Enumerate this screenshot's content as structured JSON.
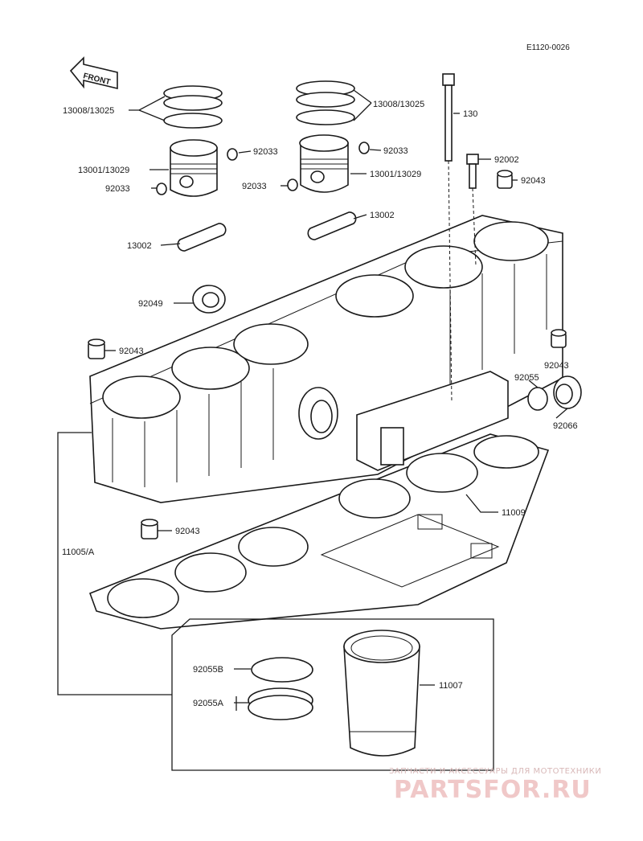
{
  "diagram": {
    "code": "E1120-0026",
    "front_label": "FRONT",
    "callouts": {
      "rings_left": "13008/13025",
      "rings_right": "13008/13025",
      "bolt": "130",
      "piston_left": "13001/13029",
      "piston_right": "13001/13029",
      "clip_left_top": "92033",
      "clip_left_bottom": "92033",
      "clip_right_top": "92033",
      "clip_right_bottom": "92033",
      "stud": "92002",
      "dowel_top_right": "92043",
      "pin_right": "13002",
      "pin_left": "13002",
      "seal": "92049",
      "dowel_left": "92043",
      "dowel_right": "92043",
      "oring_right": "92055",
      "cap_right": "92066",
      "gasket": "11009",
      "dowel_bottom": "92043",
      "cylinder": "11005/A",
      "oring_b": "92055B",
      "oring_a": "92055A",
      "liner": "11007"
    }
  },
  "watermark": {
    "tagline": "ЗАПЧАСТИ И АКСЕССУАРЫ ДЛЯ МОТОТЕХНИКИ",
    "brand": "PARTSFOR.RU"
  }
}
